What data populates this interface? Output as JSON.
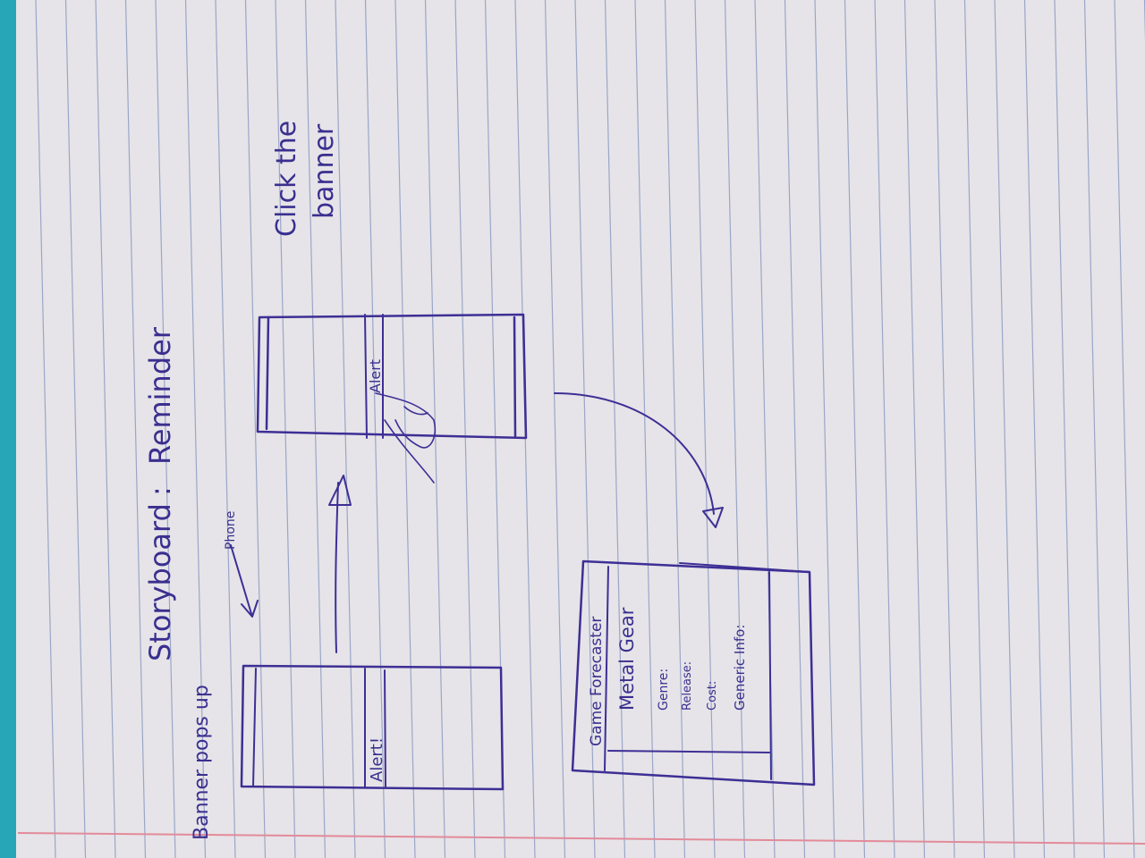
{
  "colors": {
    "ink": "#3d2f95",
    "paper": "#e6e4e8",
    "rule_line": "#9aa6c8",
    "margin_line": "#e38a9a",
    "background": "#1f3f8c"
  },
  "title": {
    "left": "Storyboard",
    "separator": ":",
    "right": "Reminder"
  },
  "panel1": {
    "caption": "Banner pops up",
    "screen_label": "Phone",
    "banner_text": "Alert!"
  },
  "panel2": {
    "caption_line1": "Click the",
    "caption_line2": "banner",
    "banner_text": "Alert"
  },
  "panel3": {
    "lines": [
      "Game Forecaster",
      "Metal Gear",
      "Genre:",
      "Release:",
      "Cost:",
      "Generic Info:"
    ]
  }
}
